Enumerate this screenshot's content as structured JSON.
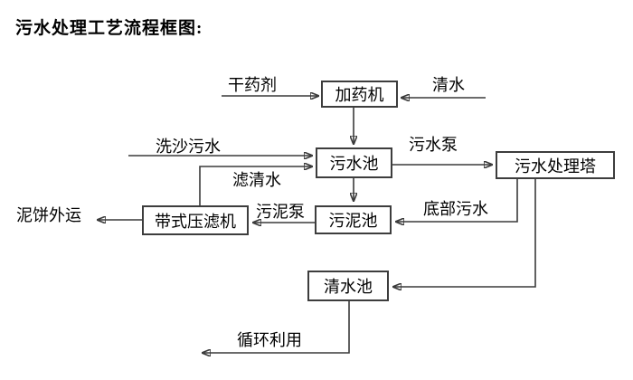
{
  "title": "污水处理工艺流程框图:",
  "diagram": {
    "nodes": {
      "dosing_machine": "加药机",
      "sewage_pool": "污水池",
      "treatment_tower": "污水处理塔",
      "sludge_pool": "污泥池",
      "belt_filter_press": "带式压滤机",
      "clean_water_pool": "清水池"
    },
    "edge_labels": {
      "dry_chemical": "干药剂",
      "clean_water": "清水",
      "sand_washing_sewage": "洗沙污水",
      "sewage_pump": "污水泵",
      "filtered_water": "滤清水",
      "bottom_sewage": "底部污水",
      "sludge_pump": "污泥泵",
      "mud_cake_out": "泥饼外运",
      "recycling": "循环利用"
    },
    "colors": {
      "line": "#3a3a3a",
      "box_border": "#3d3d3d",
      "text": "#000000",
      "background": "#ffffff"
    }
  }
}
